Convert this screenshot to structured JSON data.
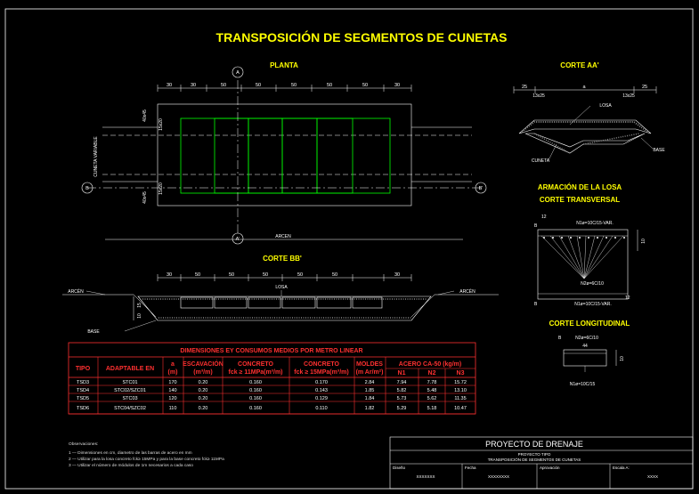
{
  "title": "TRANSPOSICIÓN DE SEGMENTOS DE CUNETAS",
  "planta": {
    "heading": "PLANTA",
    "dims_top": [
      "30",
      "30",
      "50",
      "50",
      "50",
      "50",
      "50",
      "30",
      "30"
    ],
    "dim_left_top": "40x45",
    "dim_left_bottom": "40x45",
    "dim_inner_top": "15x20",
    "dim_inner_bottom": "15x20",
    "side_label": "CUNETA VARIABLE",
    "axis_a": "A",
    "axis_a_prime": "A'",
    "axis_b": "B",
    "axis_b_prime": "B'",
    "arcen": "ARCEN"
  },
  "corte_aa": {
    "heading": "CORTE AA'",
    "dim_left": "25",
    "dim_center": "a",
    "dim_right": "25",
    "dim_13x25_left": "13x25",
    "dim_13x25_right": "13x25",
    "losa": "LOSA",
    "base": "BASE",
    "cuneta": "CUNETA"
  },
  "armacion": {
    "heading1": "ARMACIÓN DE LA LOSA",
    "heading2": "CORTE TRANSVERSAL",
    "top_bar": "N1ø=10C/15-VAR.",
    "mid_bar": "N2ø=6C/10",
    "bottom_bar": "N1ø=10C/15-VAR.",
    "dim_12_top": "12",
    "dim_12_bottom": "12",
    "dim_10": "10",
    "b_label": "B"
  },
  "corte_long": {
    "heading": "CORTE LONGITUDINAL",
    "top_bar": "N2ø=6C/10",
    "dim_44": "44",
    "dim_10": "10",
    "bottom_bar": "N1ø=10C/15",
    "b_label": "B"
  },
  "corte_bb": {
    "heading": "CORTE BB'",
    "dims_top": [
      "30",
      "50",
      "50",
      "50",
      "50",
      "50",
      "30"
    ],
    "arcen_left": "ARCÉN",
    "arcen_right": "ARCÉN",
    "losa": "LOSA",
    "base": "BASE",
    "dim_15": "15",
    "dim_10": "10"
  },
  "table": {
    "caption": "DIMENSIONES EY CONSUMOS MEDIOS POR METRO LINEAR",
    "headers": {
      "tipo": "TIPO",
      "adaptable": "ADAPTABLE EN",
      "a": "a",
      "a_unit": "(m)",
      "escavacion": "ESCAVACIÓN",
      "escavacion_unit": "(m³/m)",
      "concreto1": "CONCRETO",
      "concreto1_sub": "fck ≥ 11MPa(m³/m)",
      "concreto2": "CONCRETO",
      "concreto2_sub": "fck ≥ 15MPa(m³/m)",
      "moldes": "MOLDES",
      "moldes_unit": "(m Ar/m²)",
      "acero": "ACERO CA-50 (kg/m)",
      "n1": "N1",
      "n2": "N2",
      "n3": "N3"
    },
    "rows": [
      [
        "TSD3",
        "STC01",
        "170",
        "0.20",
        "0.160",
        "0.170",
        "2.84",
        "7.94",
        "7.78",
        "15.72"
      ],
      [
        "TSD4",
        "STC02/SZC01",
        "140",
        "0.20",
        "0.160",
        "0.143",
        "1.85",
        "5.82",
        "5.48",
        "13.10"
      ],
      [
        "TSD5",
        "STC03",
        "120",
        "0.20",
        "0.160",
        "0.129",
        "1.84",
        "5.73",
        "5.62",
        "11.35"
      ],
      [
        "TSD6",
        "STC04/SZC02",
        "110",
        "0.20",
        "0.160",
        "0.110",
        "1.82",
        "5.29",
        "5.18",
        "10.47"
      ]
    ]
  },
  "notes": {
    "heading": "Observaciones:",
    "items": [
      "1 — Dimensiones en cm, diametro de las barras de acero en mm",
      "2 — Utilizar para la losa concreto fck≥ 15MPa y para la base concreto fck≥ 11MPa",
      "3 — Utilizar el número de módulos de 1m necesarios a cada caso"
    ]
  },
  "title_block": {
    "project": "PROYECTO DE DRENAJE",
    "line1": "PROYECTO TIPO",
    "line2": "TRANSPOSICIÓN DE SEGMENTOS DE CUNETAS",
    "diseno_label": "Diseño",
    "diseno_value": "XXXXXXX",
    "fecha_label": "Fecha",
    "fecha_value": "XXXXXXXX",
    "aprovacion_label": "Aprovación",
    "escala_label": "Escala A:",
    "escala_value": "XXXX"
  },
  "colors": {
    "background": "#000000",
    "frame": "#ffffff",
    "heading": "#ffff00",
    "slab": "#00ff00",
    "table_border": "#ff3030",
    "centerline": "#ffffff"
  }
}
